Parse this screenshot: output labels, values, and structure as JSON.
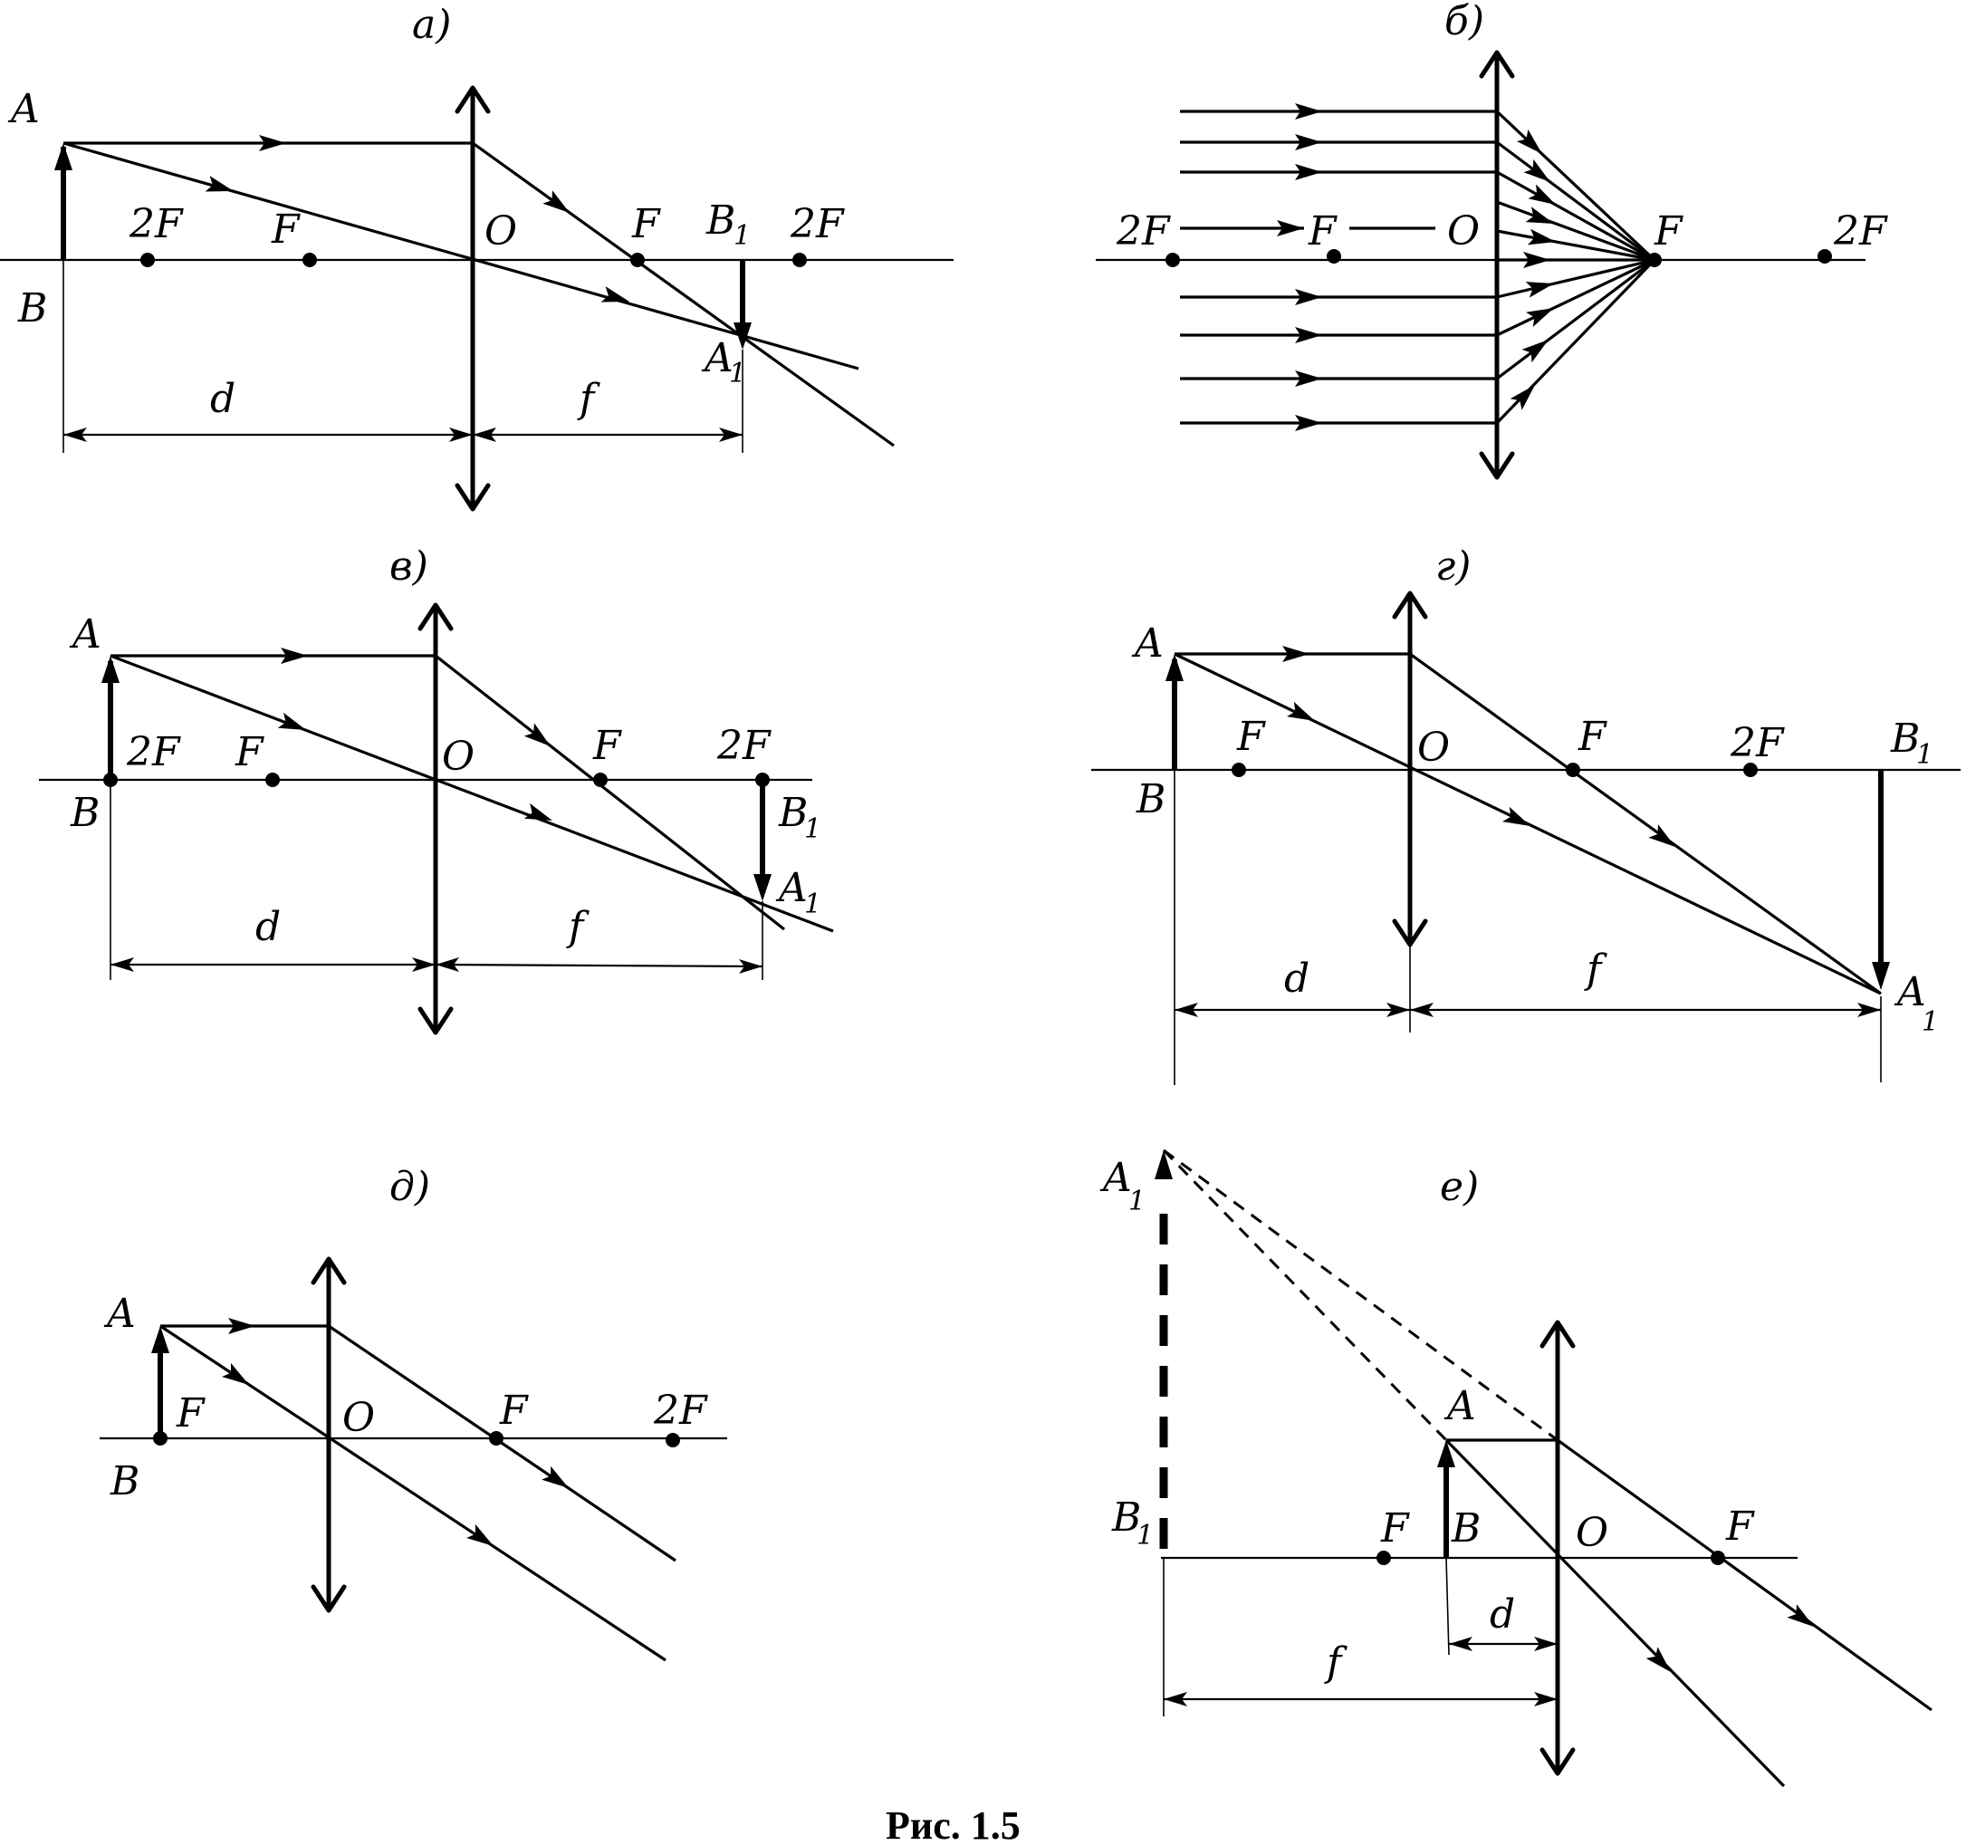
{
  "caption": "Рис. 1.5",
  "panels": {
    "a": {
      "title": "а)",
      "A": "A",
      "B": "B",
      "F2L": "2F",
      "FL": "F",
      "O": "O",
      "FR": "F",
      "B1": "B",
      "B1sub": "1",
      "F2R": "2F",
      "A1": "A",
      "A1sub": "1",
      "d": "d",
      "f": "f"
    },
    "b": {
      "title": "б)",
      "F2L": "2F",
      "FL": "F",
      "O": "O",
      "FR": "F",
      "F2R": "2F"
    },
    "v": {
      "title": "в)",
      "A": "A",
      "B": "B",
      "F2L": "2F",
      "FL": "F",
      "O": "O",
      "FR": "F",
      "F2R": "2F",
      "B1": "B",
      "B1sub": "1",
      "A1": "A",
      "A1sub": "1",
      "d": "d",
      "f": "f"
    },
    "g": {
      "title": "г)",
      "A": "A",
      "B": "B",
      "FL": "F",
      "O": "O",
      "FR": "F",
      "F2R": "2F",
      "B1": "B",
      "B1sub": "1",
      "A1": "A",
      "A1sub": "1",
      "d": "d",
      "f": "f"
    },
    "dd": {
      "title": "д)",
      "A": "A",
      "B": "B",
      "FL": "F",
      "O": "O",
      "FR": "F",
      "F2R": "2F"
    },
    "e": {
      "title": "е)",
      "A1": "A",
      "A1sub": "1",
      "A": "A",
      "B1": "B",
      "B1sub": "1",
      "FL": "F",
      "B": "B",
      "O": "O",
      "FR": "F",
      "d": "d",
      "f": "f"
    }
  }
}
